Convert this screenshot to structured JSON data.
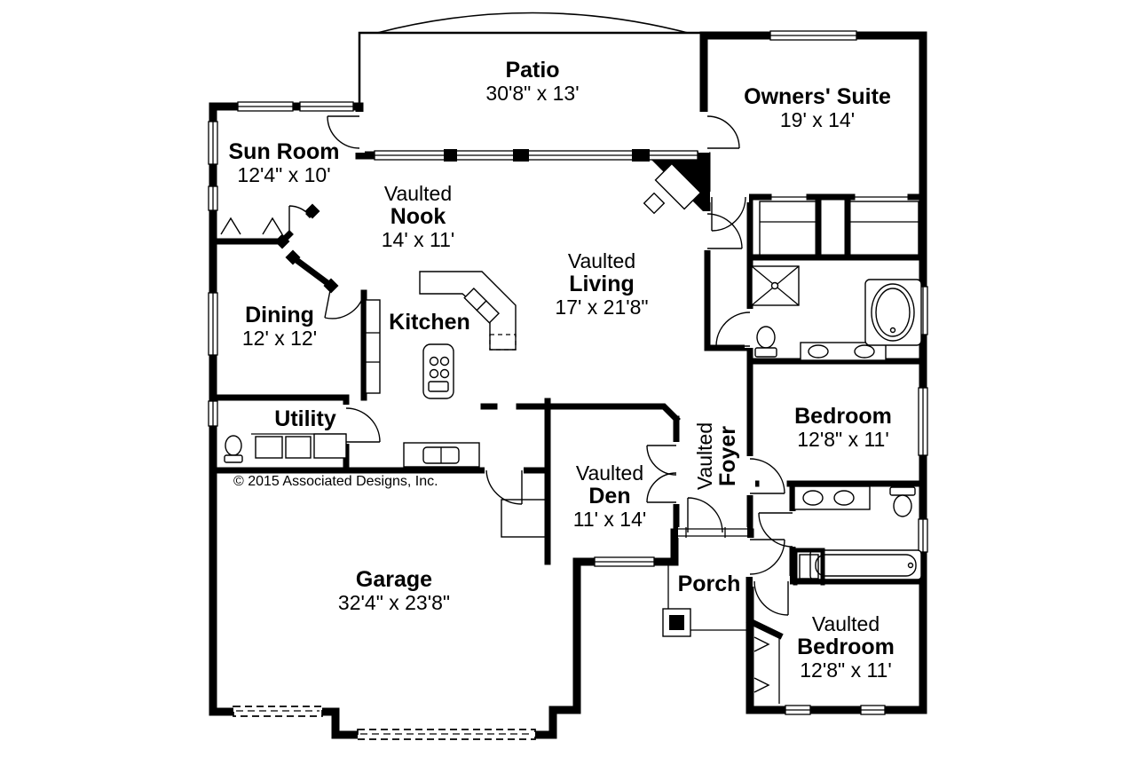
{
  "copyright": "© 2015 Associated Designs, Inc.",
  "colors": {
    "wall": "#000000",
    "background": "#ffffff"
  },
  "rooms": {
    "patio": {
      "name": "Patio",
      "dims": "30'8\" x 13'"
    },
    "owners_suite": {
      "name": "Owners' Suite",
      "dims": "19' x 14'"
    },
    "sun_room": {
      "name": "Sun Room",
      "dims": "12'4\" x 10'"
    },
    "nook": {
      "prefix": "Vaulted",
      "name": "Nook",
      "dims": "14' x 11'"
    },
    "living": {
      "prefix": "Vaulted",
      "name": "Living",
      "dims": "17' x 21'8\""
    },
    "dining": {
      "name": "Dining",
      "dims": "12' x 12'"
    },
    "kitchen": {
      "name": "Kitchen"
    },
    "utility": {
      "name": "Utility"
    },
    "den": {
      "prefix": "Vaulted",
      "name": "Den",
      "dims": "11' x 14'"
    },
    "foyer": {
      "prefix": "Vaulted",
      "name": "Foyer"
    },
    "bedroom_right": {
      "name": "Bedroom",
      "dims": "12'8\" x 11'"
    },
    "garage": {
      "name": "Garage",
      "dims": "32'4\" x 23'8\""
    },
    "porch": {
      "name": "Porch"
    },
    "bedroom_corner": {
      "prefix": "Vaulted",
      "name": "Bedroom",
      "dims": "12'8\" x 11'"
    }
  }
}
